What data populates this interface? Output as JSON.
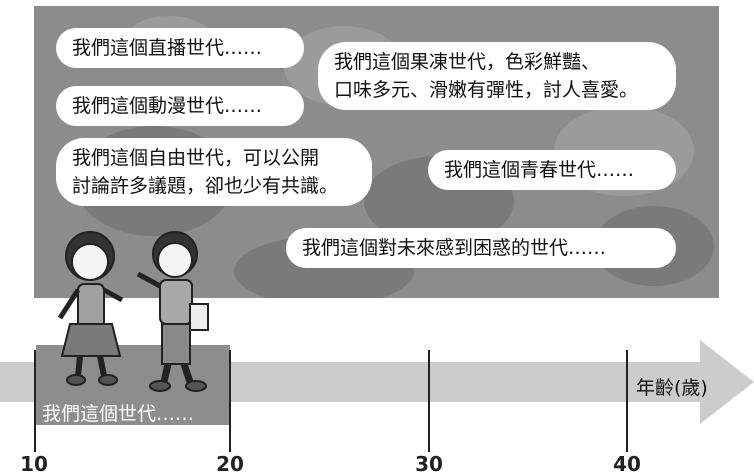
{
  "bubbles": [
    "我們這個直播世代……",
    "我們這個動漫世代……",
    "我們這個果凍世代，色彩鮮豔、",
    "口味多元、滑嫩有彈性，討人喜愛。",
    "我們這個自由世代，可以公開",
    "討論許多議題，卻也少有共識。",
    "我們這個青春世代……",
    "我們這個對未來感到困惑的世代……"
  ],
  "timeline": {
    "axis_label": "年齡(歲)",
    "ticks": [
      "10",
      "20",
      "30",
      "40"
    ],
    "highlight_caption": "我們這個世代……"
  },
  "colors": {
    "panel": "#8c8c8c",
    "arrow": "#cccccc",
    "highlight": "#8d8d8d"
  }
}
